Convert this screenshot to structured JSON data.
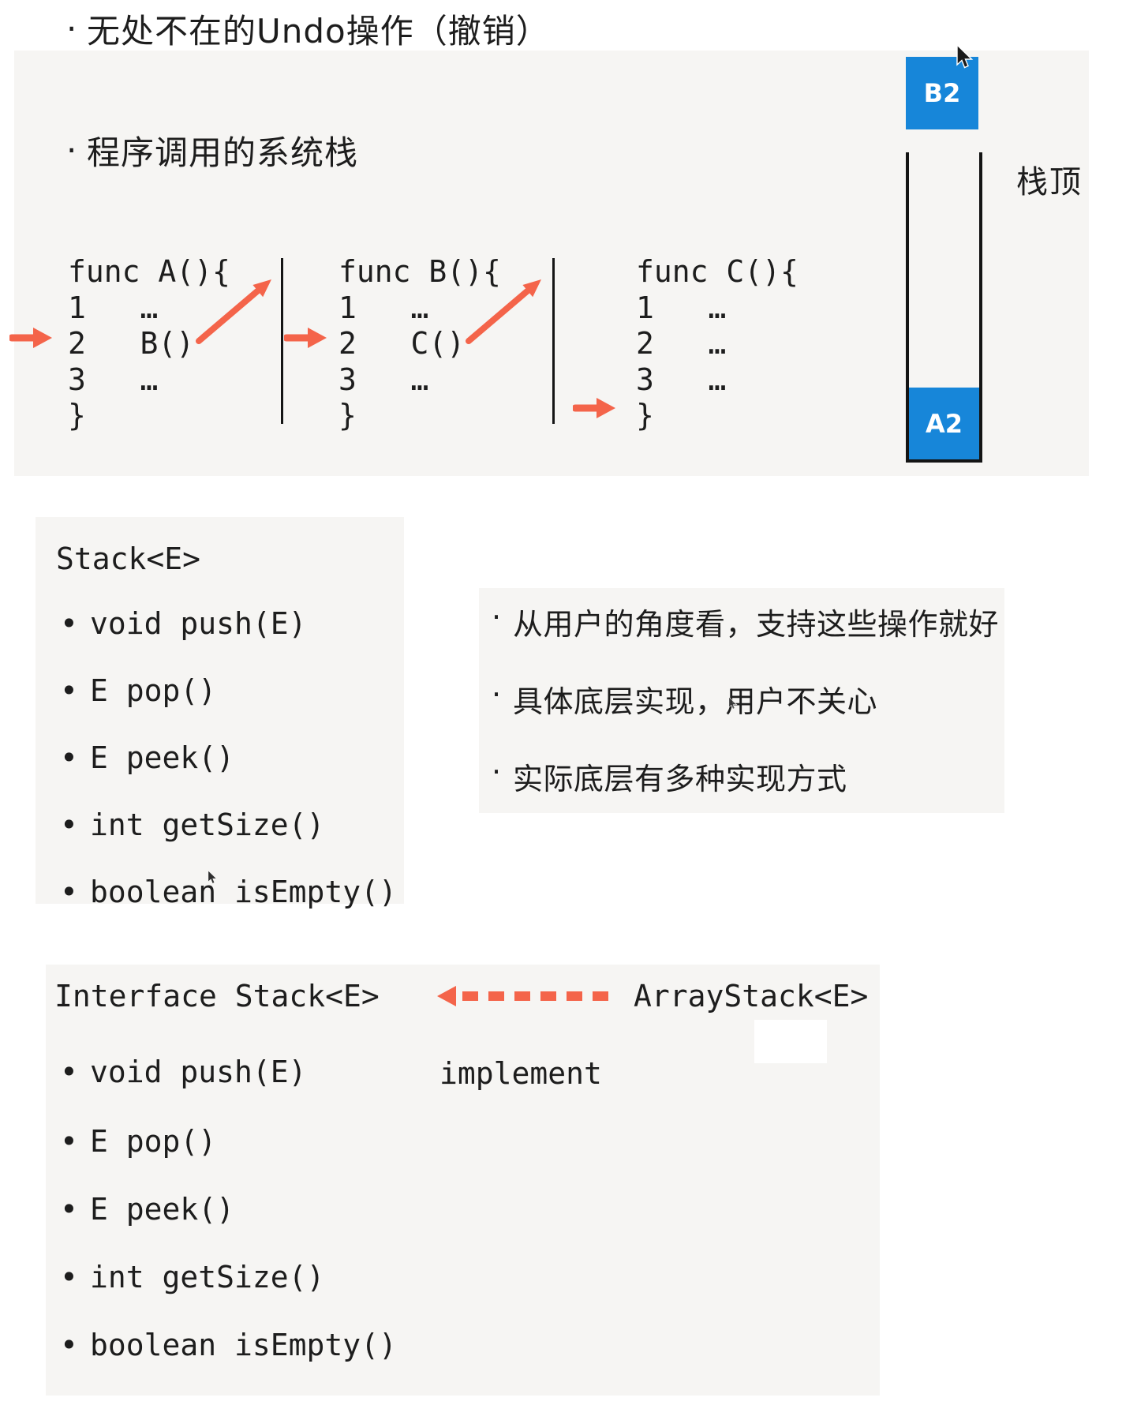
{
  "colors": {
    "page_bg": "#ffffff",
    "panel_bg": "#f6f5f3",
    "accent_red": "#f4644a",
    "accent_blue": "#1786d9",
    "stack_wall": "#141414",
    "text": "#1d1d1d"
  },
  "header": {
    "bullet_glyph": "·",
    "bullet1": "无处不在的Undo操作（撤销）",
    "bullet2": "程序调用的系统栈"
  },
  "callstack": {
    "columns": [
      {
        "header": "func A(){",
        "lines": [
          "1   …",
          "2   B()",
          "3   …"
        ],
        "close": "}"
      },
      {
        "header": "func B(){",
        "lines": [
          "1   …",
          "2   C()",
          "3   …"
        ],
        "close": "}"
      },
      {
        "header": "func C(){",
        "lines": [
          "1   …",
          "2   …",
          "3   …"
        ],
        "close": "}"
      }
    ]
  },
  "stack_visual": {
    "floating_box_label": "B2",
    "stack_top_label": "栈顶",
    "bottom_box_label": "A2"
  },
  "stack_api": {
    "title": "Stack<E>",
    "bullet_glyph": "•",
    "items": [
      "void push(E)",
      "E pop()",
      "E peek()",
      "int getSize()",
      "boolean isEmpty()"
    ]
  },
  "notes": {
    "bullet_glyph": "·",
    "items": [
      "从用户的角度看，支持这些操作就好",
      "具体底层实现，用户不关心",
      "实际底层有多种实现方式"
    ]
  },
  "interface_diagram": {
    "interface_title": "Interface Stack<E>",
    "implementation_title": "ArrayStack<E>",
    "relation_label": "implement",
    "bullet_glyph": "•",
    "items": [
      "void push(E)",
      "E pop()",
      "E peek()",
      "int getSize()",
      "boolean isEmpty()"
    ]
  }
}
